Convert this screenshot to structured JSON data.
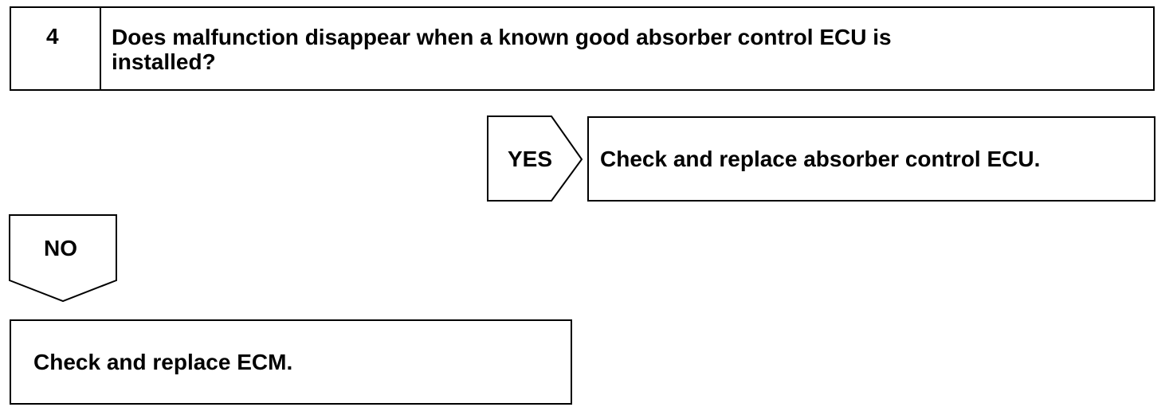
{
  "step": {
    "number": "4",
    "question_line1": "Does malfunction disappear when a known good absorber control ECU is",
    "question_line2": "installed?"
  },
  "yes_branch": {
    "label": "YES",
    "action": "Check and replace absorber control ECU."
  },
  "no_branch": {
    "label": "NO",
    "action": "Check and replace ECM."
  }
}
